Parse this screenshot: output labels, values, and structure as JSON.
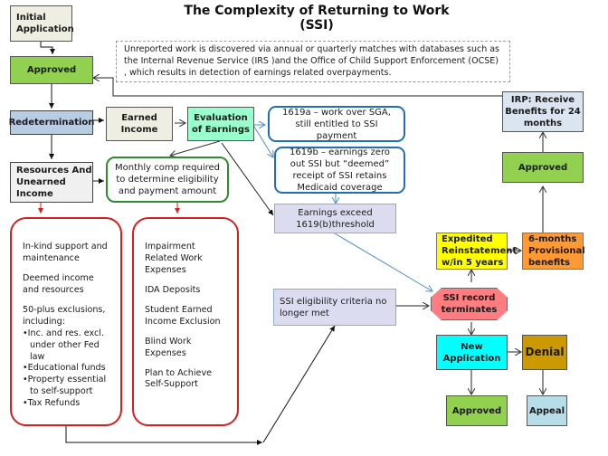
{
  "title": "The Complexity of Returning to Work (SSI)",
  "note": "Unreported work is discovered via annual or quarterly matches with databases such as the Internal Revenue Service (IRS )and the Office of Child Support Enforcement (OCSE) , which results in detection of earnings related overpayments.",
  "nodes": {
    "initial_application": "Initial Application",
    "approved_top": "Approved",
    "redetermination": "Redetermination",
    "earned_income": "Earned Income",
    "evaluation_of_earnings": "Evaluation of Earnings",
    "resources_unearned": "Resources And Unearned Income",
    "monthly_comp": "Monthly comp required to determine eligibility and payment amount",
    "s1619a": "1619a – work over SGA, still entitled to SSI payment",
    "s1619b": "1619b – earnings zero out SSI but “deemed” receipt of SSI retains Medicaid coverage",
    "earnings_exceed": "Earnings exceed 1619(b)threshold",
    "irp": "IRP: Receive Benefits for 24 months",
    "approved_right": "Approved",
    "expedited": "Expedited Reinstatement w/in 5 years",
    "provisional": "6-months Provisional benefits",
    "ssi_terminates": "SSI record terminates",
    "eligibility_not_met": "SSI eligibility criteria no longer met",
    "new_application": "New Application",
    "denial": "Denial",
    "approved_bottom": "Approved",
    "appeal": "Appeal"
  },
  "unearned_list": {
    "items": [
      "In-kind support and maintenance",
      "Deemed income and resources",
      "50-plus exclusions, including:"
    ],
    "bullets": [
      "•Inc. and res. excl. under other Fed law",
      "•Educational funds",
      "•Property essential to self-support",
      "•Tax Refunds"
    ]
  },
  "work_incentives_list": {
    "items": [
      "Impairment Related Work Expenses",
      "IDA Deposits",
      "Student Earned Income Exclusion",
      "Blind Work Expenses",
      "Plan to Achieve Self-Support"
    ]
  },
  "colors": {
    "approved_green": "#92d050",
    "redetermination_blue": "#b8cce4",
    "evaluation_mint": "#99ffcc",
    "list_border_red": "#d42020",
    "monthly_border_green": "#2e8b2e",
    "sec1619_border_blue": "#1f6fb4",
    "lavender": "#dcdcf0",
    "expedited_yellow": "#ffff00",
    "provisional_orange": "#ff9933",
    "terminates_red": "#ff7c80",
    "new_app_cyan": "#00ffff",
    "denial_gold": "#cc9900",
    "appeal_lightblue": "#b7dde8",
    "irp_blue": "#dbe5f1"
  }
}
